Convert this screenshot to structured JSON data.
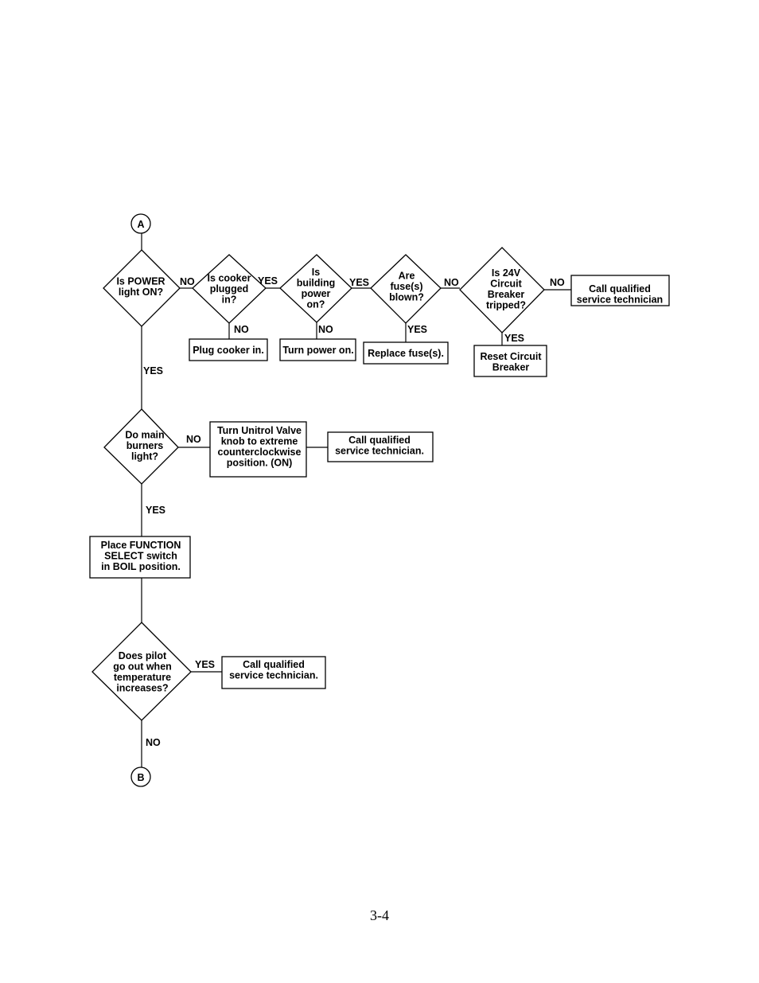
{
  "connectors": {
    "start": "A",
    "end": "B"
  },
  "decisions": {
    "power_light": [
      "Is POWER",
      "light ON?"
    ],
    "cooker_plugged": [
      "Is cooker",
      "plugged",
      "in?"
    ],
    "building_power": [
      "Is",
      "building",
      "power",
      "on?"
    ],
    "fuses_blown": [
      "Are",
      "fuse(s)",
      "blown?"
    ],
    "breaker_tripped": [
      "Is 24V",
      "Circuit",
      "Breaker",
      "tripped?"
    ],
    "main_burners": [
      "Do main",
      "burners",
      "light?"
    ],
    "pilot_out": [
      "Does pilot",
      "go out when",
      "temperature",
      "increases?"
    ]
  },
  "actions": {
    "call_technician_1": [
      "Call qualified",
      "service technician"
    ],
    "plug_in": [
      "Plug cooker in."
    ],
    "turn_power_on": [
      "Turn power on."
    ],
    "replace_fuses": [
      "Replace fuse(s)."
    ],
    "reset_breaker": [
      "Reset Circuit",
      "Breaker"
    ],
    "turn_valve": [
      "Turn Unitrol Valve",
      "knob to extreme",
      "counterclockwise",
      "position. (ON)"
    ],
    "call_technician_2": [
      "Call qualified",
      "service technician."
    ],
    "function_select": [
      "Place FUNCTION",
      "SELECT switch",
      "in BOIL position."
    ],
    "call_technician_3": [
      "Call qualified",
      "service technician."
    ]
  },
  "labels": {
    "power_no": "NO",
    "power_yes": "YES",
    "cooker_yes": "YES",
    "cooker_no": "NO",
    "building_yes": "YES",
    "building_no": "NO",
    "fuses_no": "NO",
    "fuses_yes": "YES",
    "breaker_no": "NO",
    "breaker_yes": "YES",
    "burners_no": "NO",
    "burners_yes": "YES",
    "pilot_yes": "YES",
    "pilot_no": "NO"
  },
  "page_number": "3-4"
}
